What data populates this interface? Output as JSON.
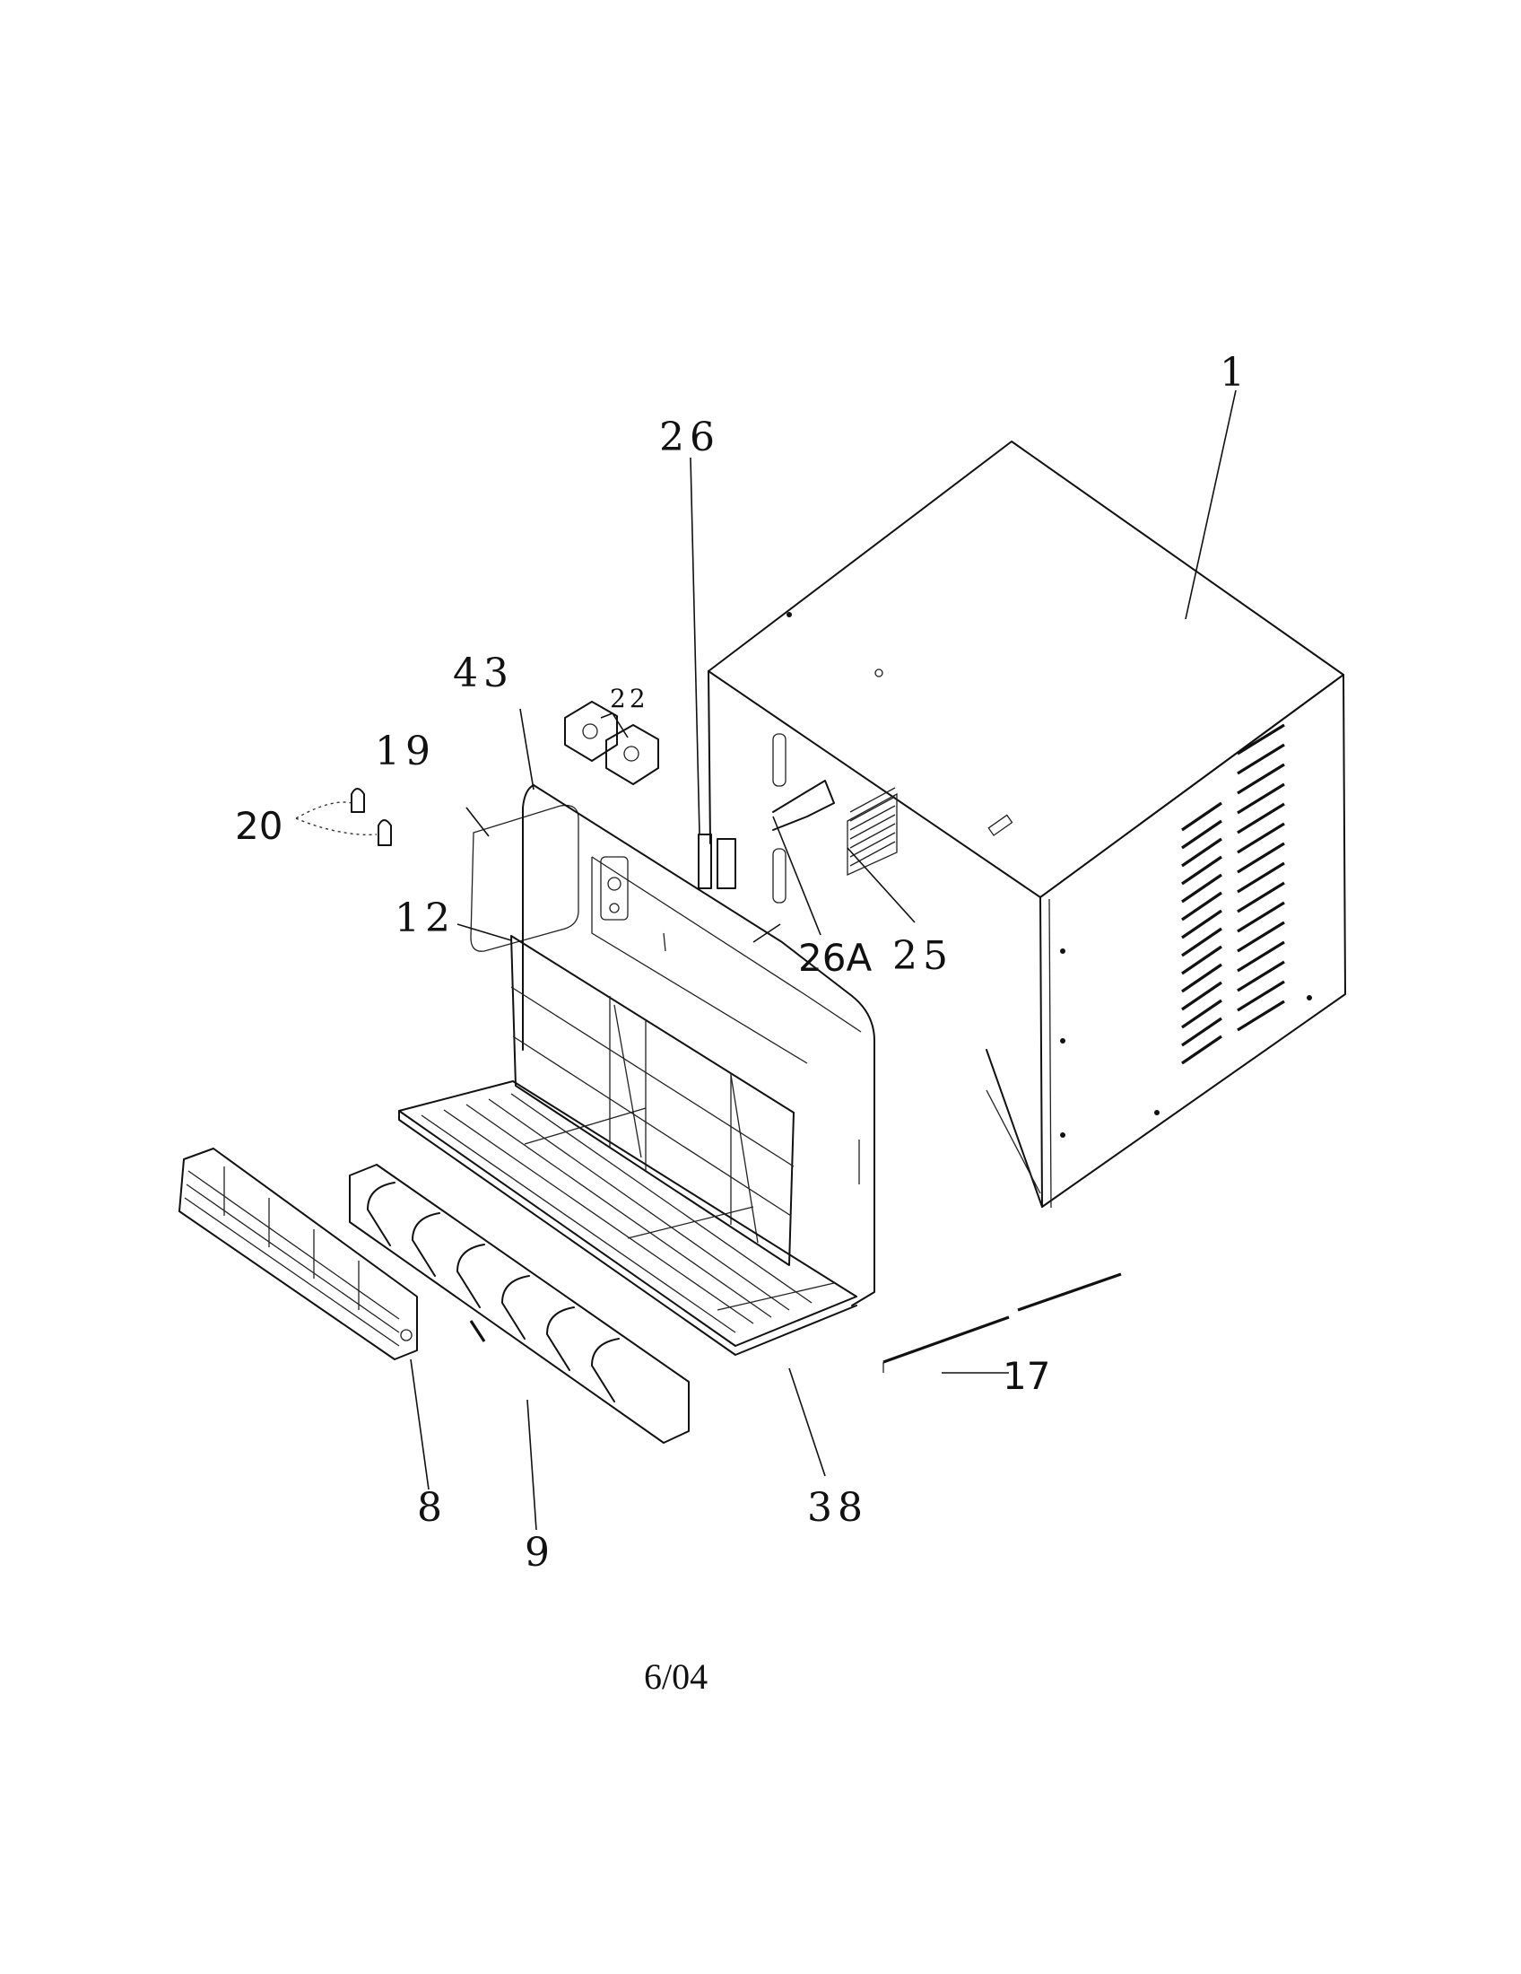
{
  "callouts": {
    "p1": "1",
    "p26": "26",
    "p43": "43",
    "p22": "22",
    "p19": "19",
    "p20": "20",
    "p12": "12",
    "p26a": "26A",
    "p25": "25",
    "p17": "17",
    "p8": "8",
    "p9": "9",
    "p38": "38"
  },
  "footer": {
    "date": "6/04"
  }
}
